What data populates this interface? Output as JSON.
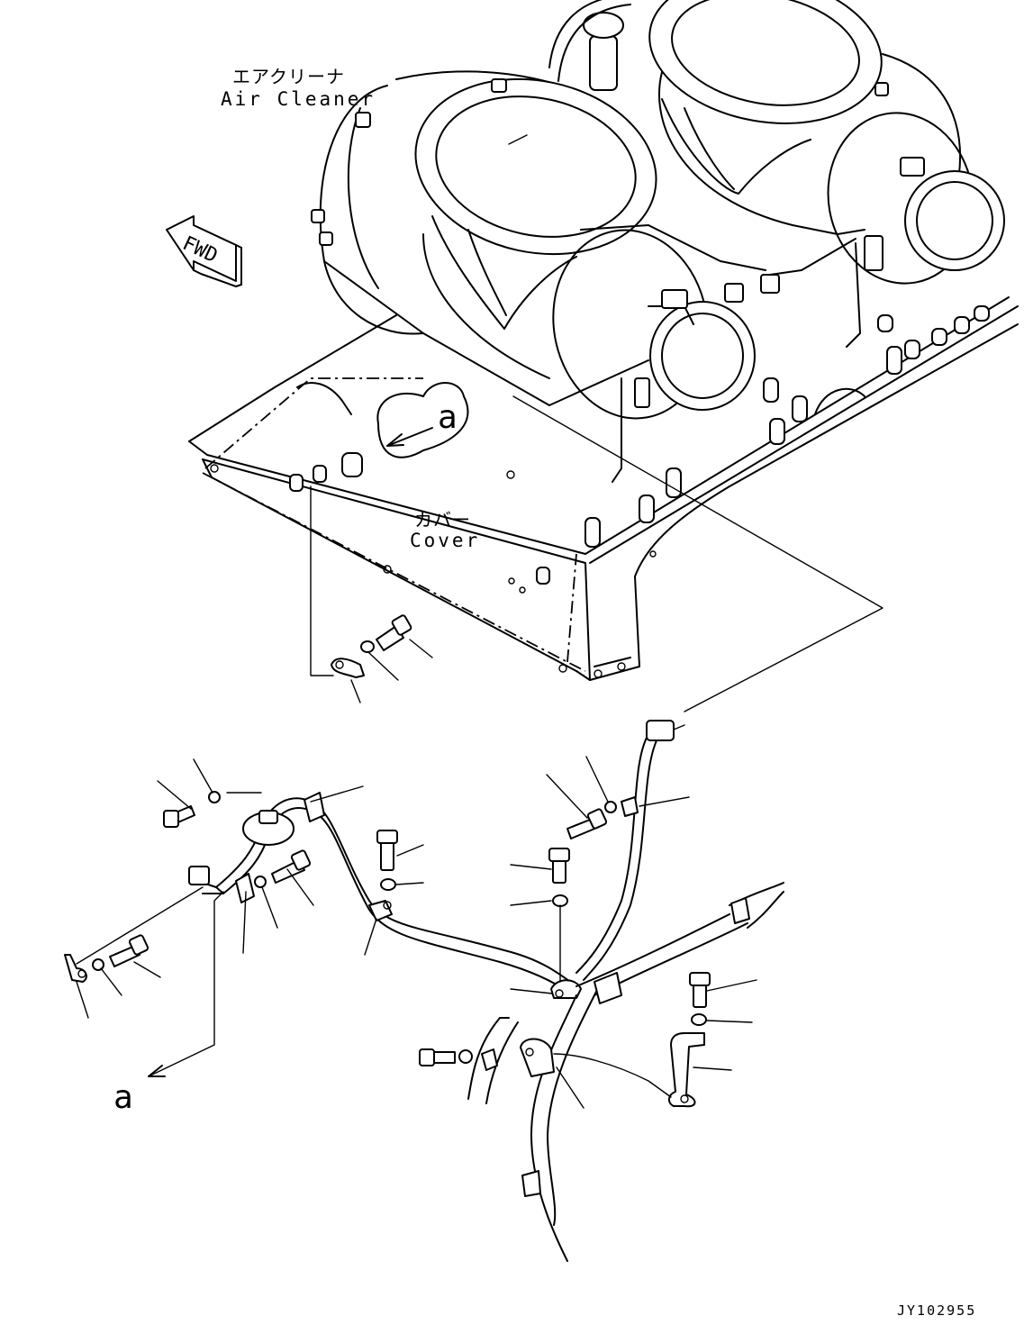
{
  "labels": {
    "air_cleaner_jp": "エアクリーナ",
    "air_cleaner_en": "Air Cleaner",
    "cover_jp": "カバー",
    "cover_en": "Cover",
    "fwd": "FWD",
    "ref_top": "a",
    "ref_bottom": "a",
    "drawing_id": "JY102955"
  },
  "colors": {
    "line": "#000000",
    "background": "#ffffff"
  }
}
